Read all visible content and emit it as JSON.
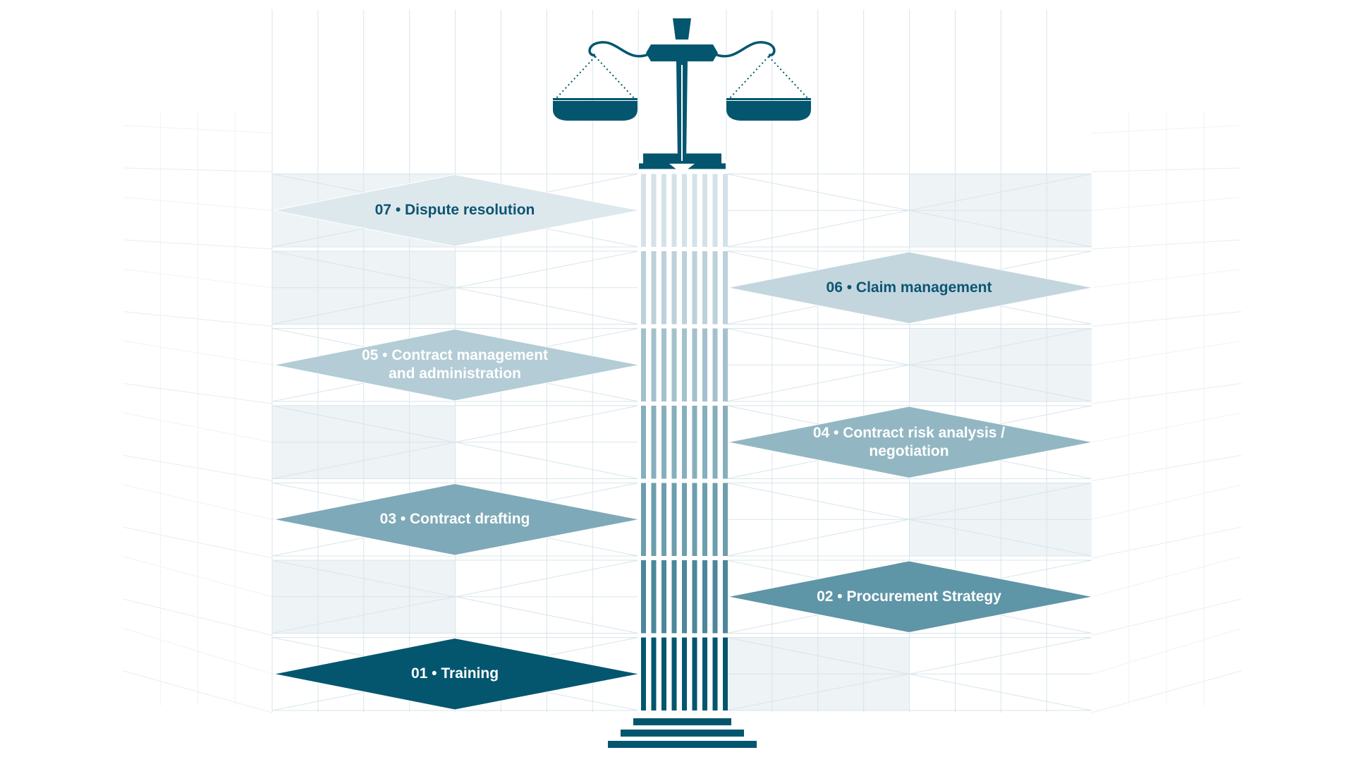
{
  "diagram": {
    "colors": {
      "dark": "#04566f",
      "grid_line": "#d8e5ea",
      "grid_fill": "#eef3f6",
      "text_dark": "#0d5572",
      "text_light": "#ffffff"
    },
    "icons": [
      "scales-of-justice-icon",
      "column-pillar-icon"
    ],
    "services": [
      {
        "text": "01 • Training",
        "fill": "#04566f",
        "text_color": "#ffffff",
        "side": "left",
        "row": 0
      },
      {
        "text": "02 • Procurement Strategy",
        "fill": "#5e95a7",
        "text_color": "#ffffff",
        "side": "right",
        "row": 1
      },
      {
        "text": "03 • Contract drafting",
        "fill": "#7ea9b8",
        "text_color": "#ffffff",
        "side": "left",
        "row": 2
      },
      {
        "text": "04 • Contract risk analysis /\nnegotiation",
        "fill": "#92b7c3",
        "text_color": "#ffffff",
        "side": "right",
        "row": 3
      },
      {
        "text": "05 • Contract management\nand administration",
        "fill": "#b3ccd6",
        "text_color": "#ffffff",
        "side": "left",
        "row": 4
      },
      {
        "text": "06 • Claim management",
        "fill": "#c3d6de",
        "text_color": "#0d5572",
        "side": "right",
        "row": 5
      },
      {
        "text": "07 • Dispute resolution",
        "fill": "#dde8ed",
        "text_color": "#0d5572",
        "side": "left",
        "row": 6
      }
    ]
  }
}
